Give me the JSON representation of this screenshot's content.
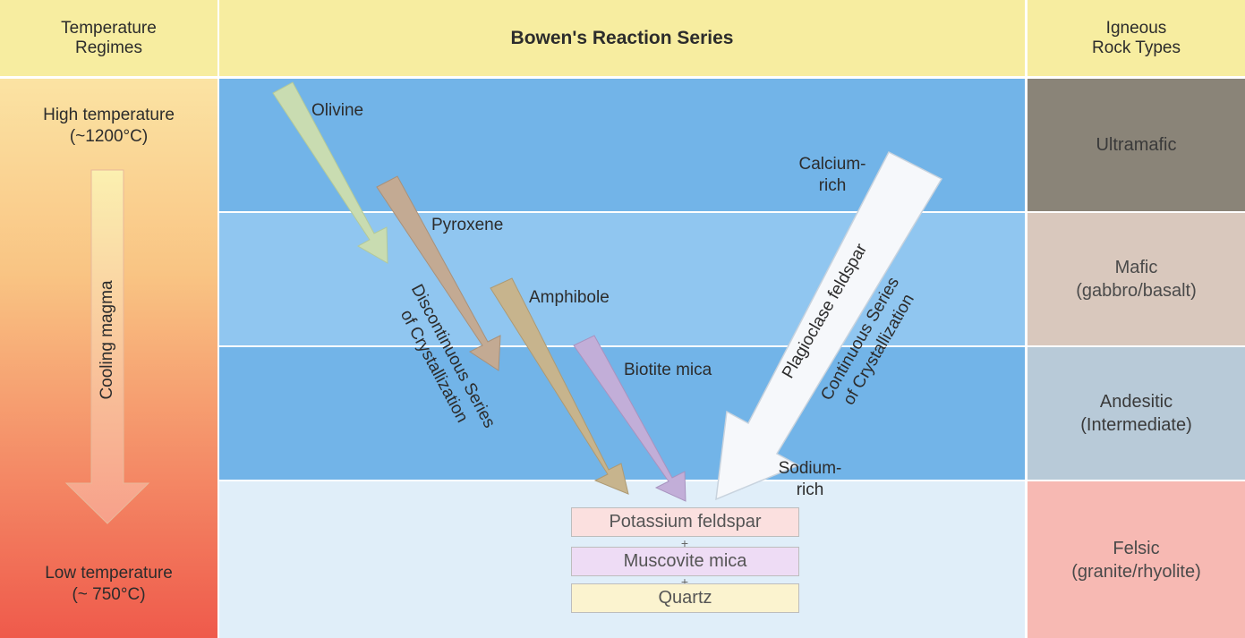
{
  "headers": {
    "temperature": "Temperature\nRegimes",
    "series": "Bowen's Reaction Series",
    "rock": "Igneous\nRock Types"
  },
  "temperature": {
    "high": "High temperature\n(~1200°C)",
    "low": "Low temperature\n(~ 750°C)",
    "arrow": "Cooling magma"
  },
  "minerals": {
    "olivine": "Olivine",
    "pyroxene": "Pyroxene",
    "amphibole": "Amphibole",
    "biotite": "Biotite mica",
    "calcium": "Calcium-\nrich",
    "sodium": "Sodium-\nrich",
    "plagioclase": "Plagioclase feldspar"
  },
  "series_labels": {
    "discontinuous": "Discontinuous Series\nof Crystallization",
    "continuous": "Continuous Series\nof Crystallization"
  },
  "final_minerals": [
    "Potassium feldspar",
    "Muscovite mica",
    "Quartz"
  ],
  "plus_sign": "+",
  "rock_types": [
    "Ultramafic",
    "Mafic\n(gabbro/basalt)",
    "Andesitic\n(Intermediate)",
    "Felsic\n(granite/rhyolite)"
  ],
  "colors": {
    "header": "#f7eda0",
    "band_dark": "#72b4e8",
    "band_light": "#90c6f0",
    "band_felsic": "#e0eef9",
    "ultramafic": "#8a8478",
    "mafic": "#d9c8bd",
    "andesitic": "#b8cad8",
    "felsic": "#f7b9b3"
  }
}
